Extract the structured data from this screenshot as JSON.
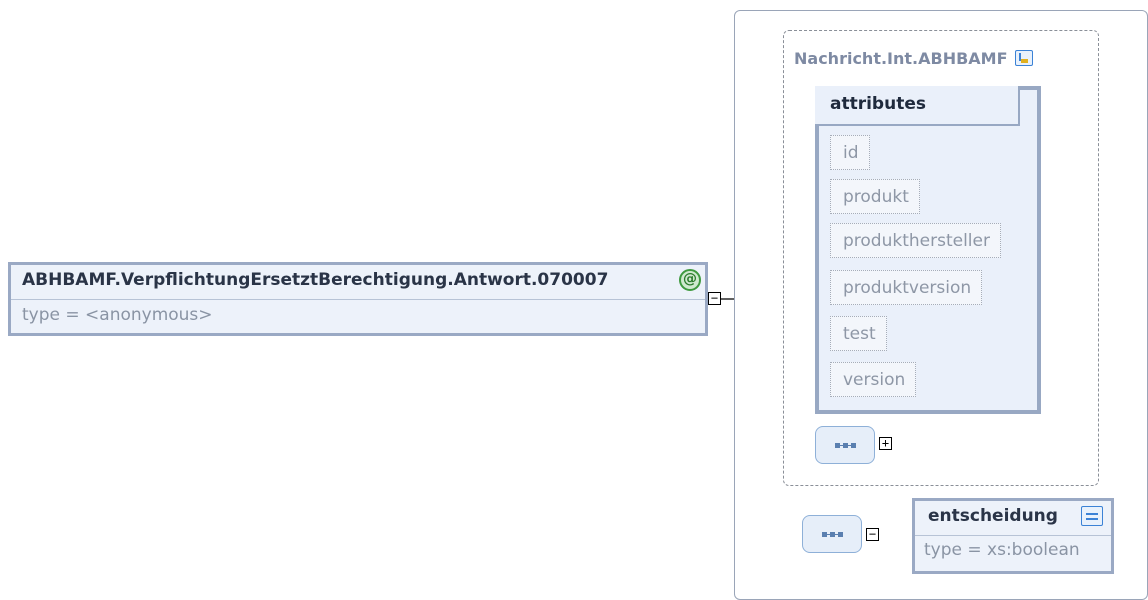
{
  "root_element": {
    "name": "ABHBAMF.VerpflichtungErsetztBerechtigung.Antwort.070007",
    "attr_icon": "@",
    "type": "type = <anonymous>"
  },
  "extension": {
    "base_type": "Nachricht.Int.ABHBAMF"
  },
  "attributes": {
    "title": "attributes",
    "items": [
      "id",
      "produkt",
      "produkthersteller",
      "produktversion",
      "test",
      "version"
    ]
  },
  "child_element": {
    "name": "entscheidung",
    "type": "type = xs:boolean"
  },
  "expanders": {
    "collapse": "−",
    "expand": "+"
  },
  "icons": {
    "root_attributes": "attribute-at-icon",
    "base_type": "complex-type-icon",
    "child_element": "simple-type-icon",
    "sequence": "sequence-compositor-icon"
  },
  "colors": {
    "element_fill": "#edf2fa",
    "element_border": "#9aa9c4",
    "sequence_fill": "#e6eef9",
    "attribute_icon": "#3f9a3f",
    "type_icon": "#3b82d6"
  }
}
